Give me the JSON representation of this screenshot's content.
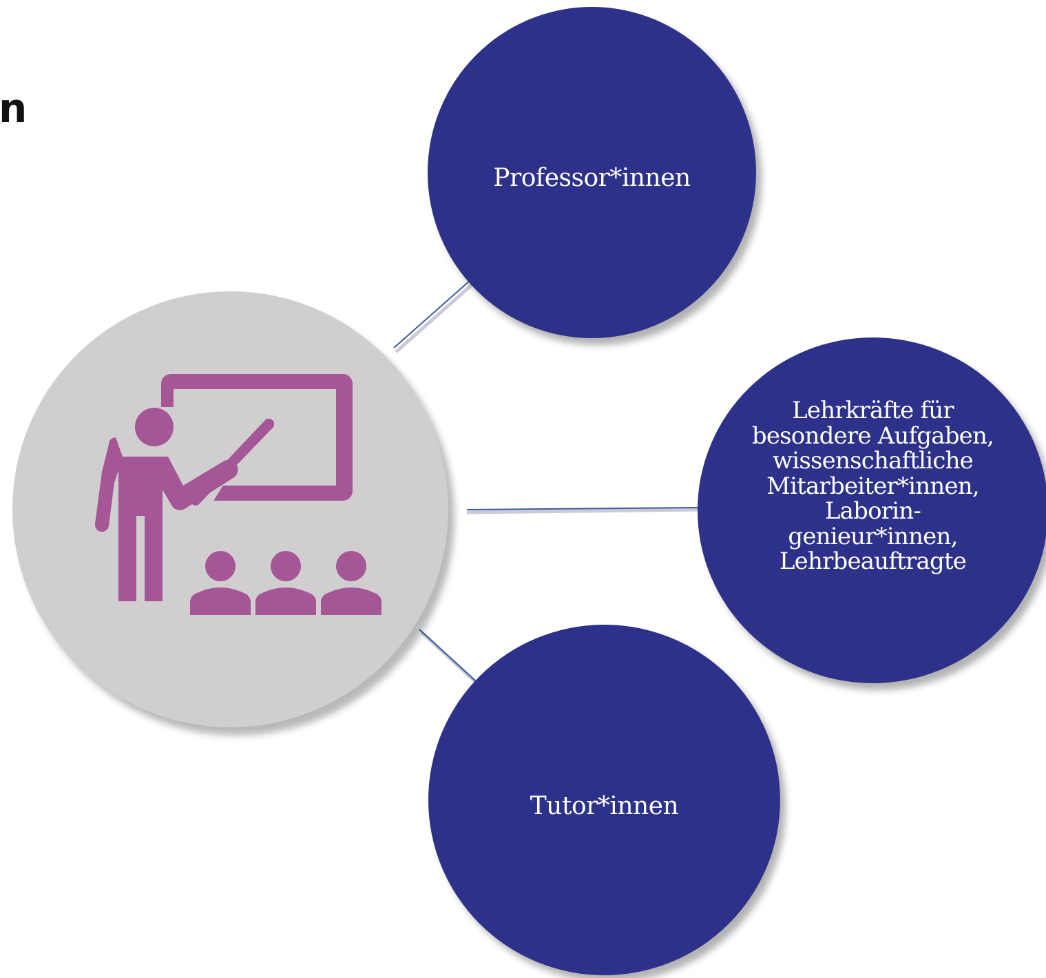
{
  "heading_fragment": "n",
  "hub": {
    "icon": "teacher-presentation-icon",
    "color": "#d0cecf",
    "icon_color": "#a45696"
  },
  "nodes": [
    {
      "id": "prof",
      "label": "Professor*innen"
    },
    {
      "id": "lehr",
      "label": "Lehrkräfte für\nbesondere Aufgaben,\nwissenschaftliche\nMitarbeiter*innen,\nLaborin-\ngenieur*innen,\nLehrbeauftragte"
    },
    {
      "id": "tutor",
      "label": "Tutor*innen"
    }
  ],
  "colors": {
    "node_fill": "#2d3189",
    "connector": "#3a5aa0",
    "text": "#ffffff"
  }
}
